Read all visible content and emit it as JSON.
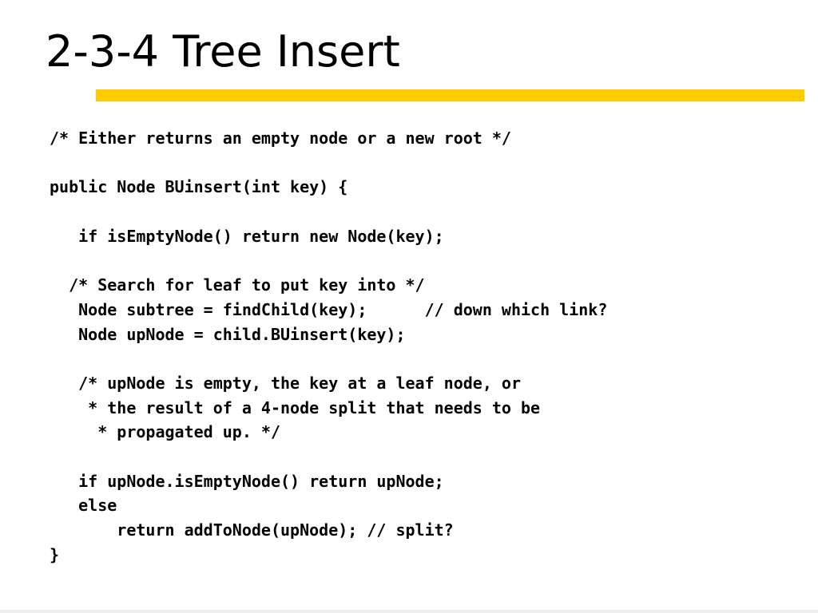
{
  "slide": {
    "title": "2-3-4 Tree Insert",
    "accent_color": "#ffcc00",
    "code_lines": [
      "/* Either returns an empty node or a new root */",
      "",
      "public Node BUinsert(int key) {",
      "",
      "   if isEmptyNode() return new Node(key);",
      "",
      "  /* Search for leaf to put key into */",
      "   Node subtree = findChild(key);      // down which link?",
      "   Node upNode = child.BUinsert(key);",
      "",
      "   /* upNode is empty, the key at a leaf node, or",
      "    * the result of a 4-node split that needs to be",
      "     * propagated up. */",
      "",
      "   if upNode.isEmptyNode() return upNode;",
      "   else",
      "       return addToNode(upNode); // split?",
      "}"
    ]
  }
}
